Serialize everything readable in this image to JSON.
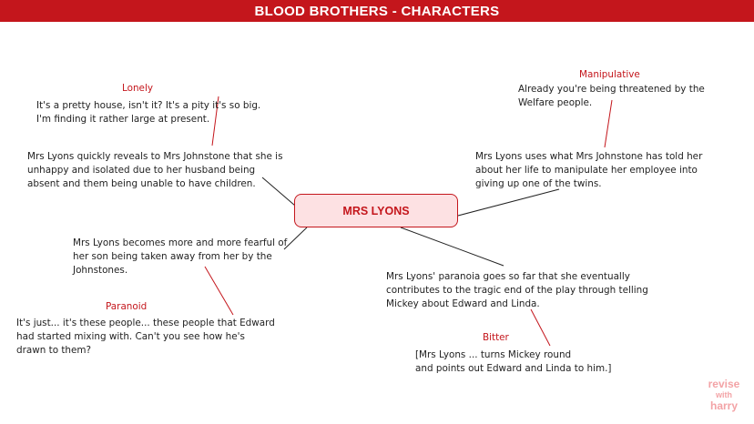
{
  "header": {
    "title": "BLOOD BROTHERS - CHARACTERS"
  },
  "center": {
    "label": "MRS LYONS"
  },
  "nodes": {
    "lonely": {
      "label": "Lonely",
      "quote": [
        "It's a pretty house, isn't it? It's a pity it's so big.",
        "I'm finding it rather large at present."
      ],
      "explanation": [
        "Mrs Lyons quickly reveals to Mrs Johnstone that she is",
        "unhappy and isolated due to her husband being",
        "absent and them being unable to have children."
      ]
    },
    "manipulative": {
      "label": "Manipulative",
      "quote": [
        "Already you're being threatened by the",
        "Welfare people."
      ],
      "explanation": [
        "Mrs Lyons uses what Mrs Johnstone has told her",
        "about her life to manipulate her employee into",
        "giving up one of the twins."
      ]
    },
    "paranoid": {
      "label": "Paranoid",
      "explanation": [
        "Mrs Lyons becomes more and more fearful of",
        "her son being taken away from her by the",
        "Johnstones."
      ],
      "quote": [
        "It's just... it's these people... these people that Edward",
        "had started mixing with. Can't you see how he's",
        "drawn to them?"
      ]
    },
    "bitter": {
      "label": "Bitter",
      "explanation": [
        "Mrs Lyons' paranoia goes so far that she eventually",
        "contributes to the tragic end of the play through telling",
        "Mickey about Edward and Linda."
      ],
      "quote": [
        "[Mrs Lyons ... turns Mickey round",
        "and points out Edward and Linda to him.]"
      ]
    }
  },
  "logo": {
    "line1": "revise",
    "line2": "with",
    "line3": "harry"
  },
  "colors": {
    "accent": "#c4161c",
    "center_fill": "#fde1e3",
    "logo": "#f3a3a6"
  }
}
